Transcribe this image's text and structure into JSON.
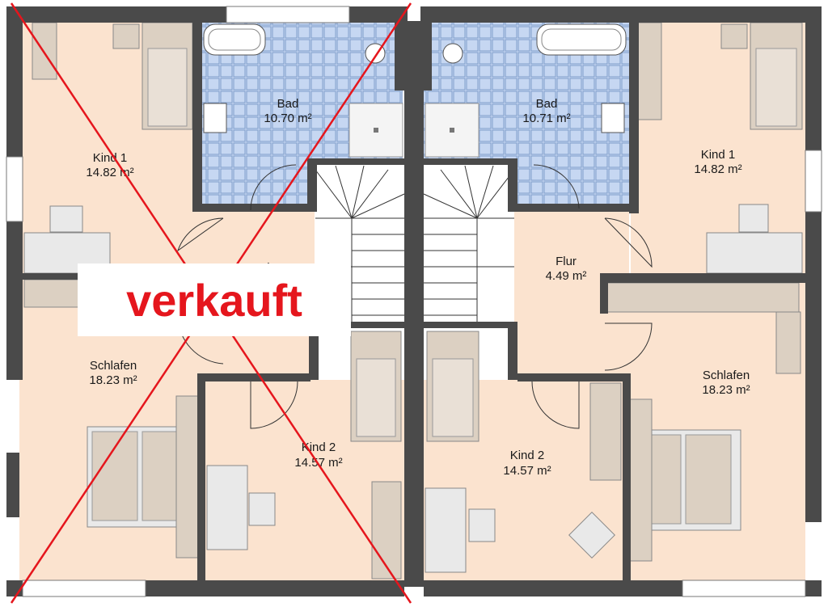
{
  "colors": {
    "room_fill": "#fbe3cf",
    "tile_fill": "#c6d7f2",
    "wall": "#4a4a4a",
    "furniture": "#dcd0c2",
    "stamp": "#e5161d"
  },
  "stamp": {
    "text": "verkauft"
  },
  "left_unit": {
    "rooms": {
      "kind1": {
        "name": "Kind 1",
        "area": "14.82 m²"
      },
      "bad": {
        "name": "Bad",
        "area": "10.70 m²"
      },
      "flur": {
        "name": "Flur",
        "area": ""
      },
      "schlafen": {
        "name": "Schlafen",
        "area": "18.23 m²"
      },
      "kind2": {
        "name": "Kind 2",
        "area": "14.57 m²"
      }
    }
  },
  "right_unit": {
    "rooms": {
      "kind1": {
        "name": "Kind 1",
        "area": "14.82 m²"
      },
      "bad": {
        "name": "Bad",
        "area": "10.71 m²"
      },
      "flur": {
        "name": "Flur",
        "area": "4.49 m²"
      },
      "schlafen": {
        "name": "Schlafen",
        "area": "18.23 m²"
      },
      "kind2": {
        "name": "Kind 2",
        "area": "14.57 m²"
      }
    }
  }
}
